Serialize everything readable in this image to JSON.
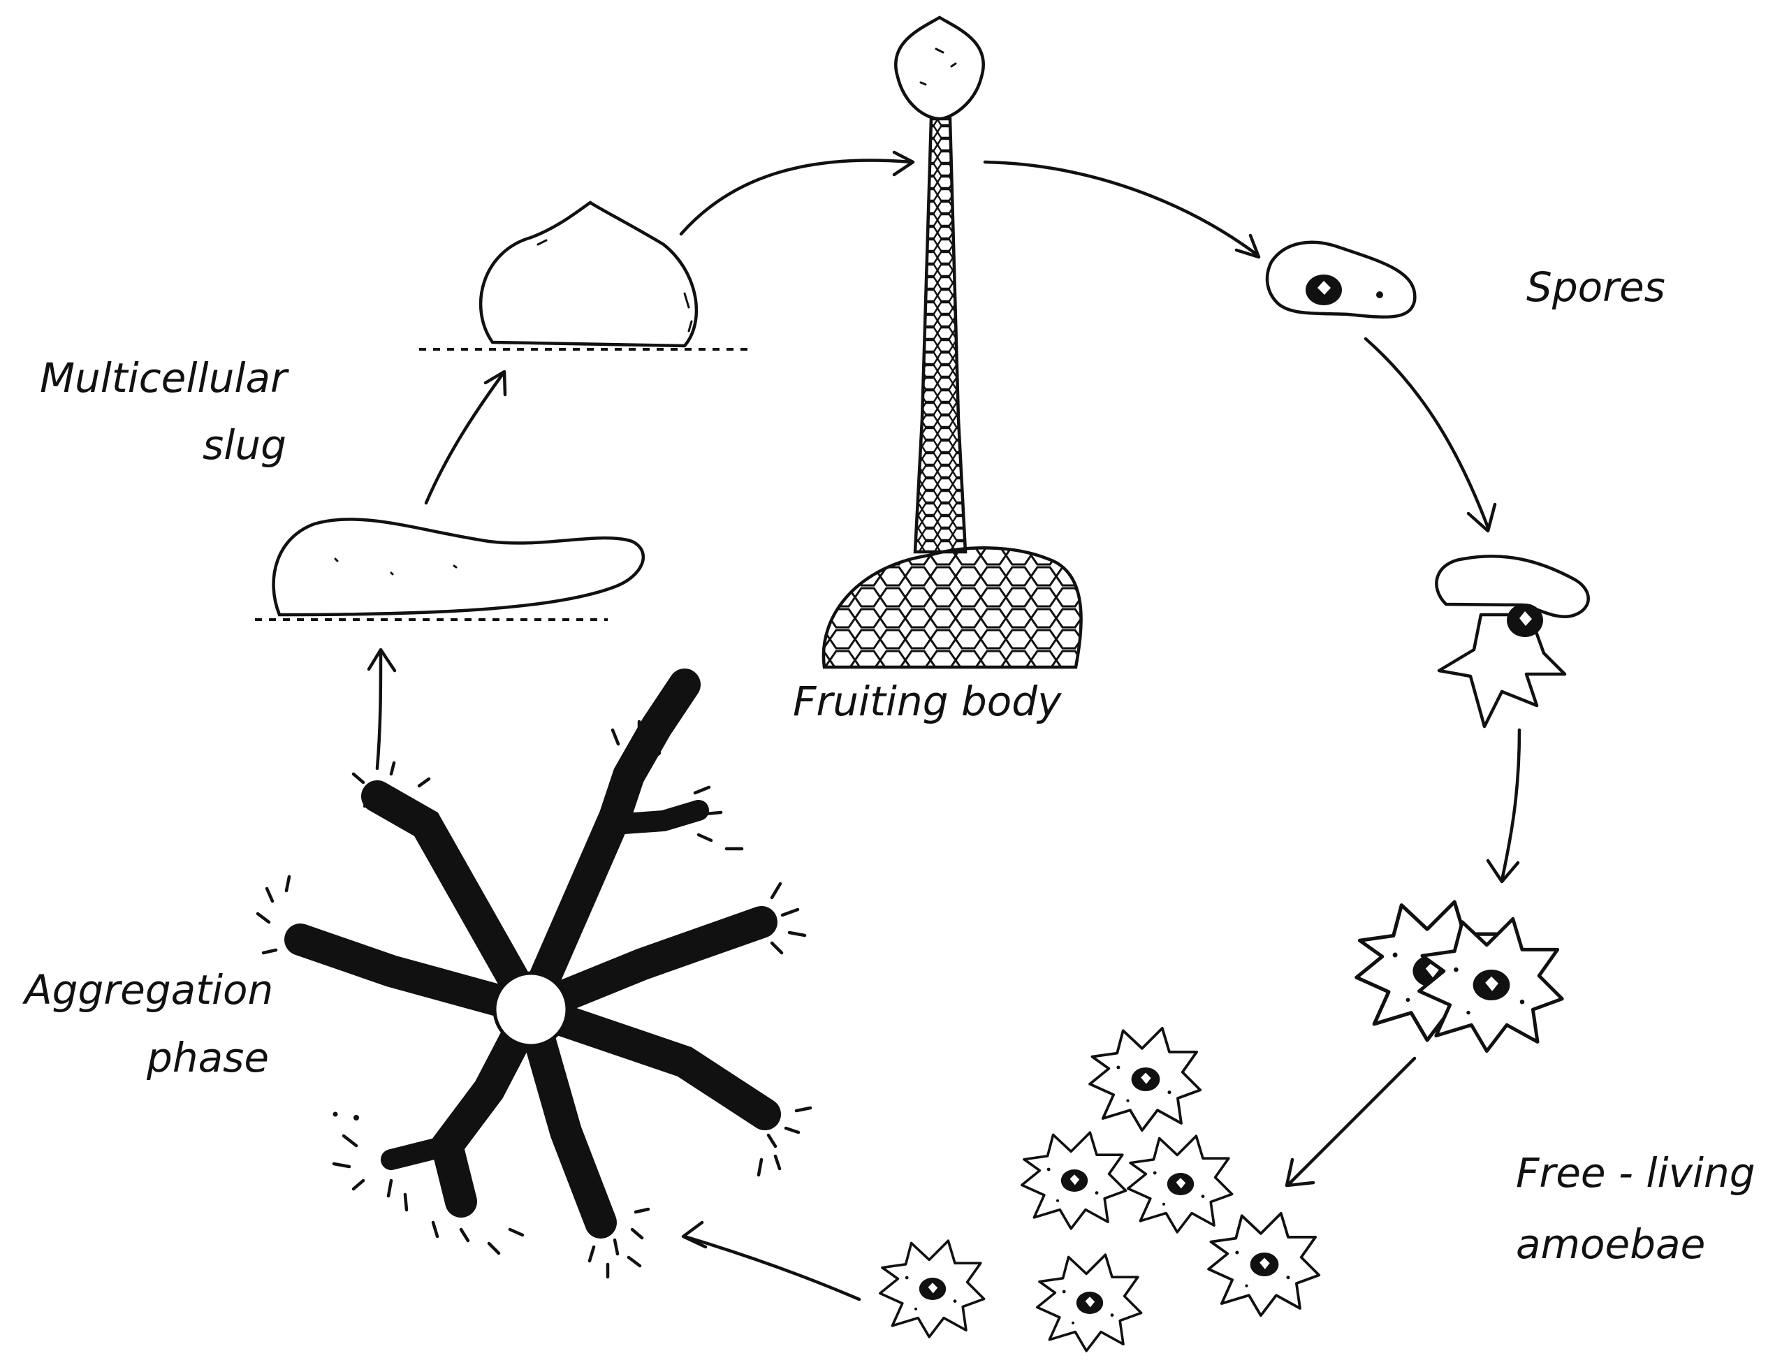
{
  "labels": {
    "multicellular_slug": [
      "Multicellular",
      "slug"
    ],
    "fruiting_body": "Fruiting body",
    "spores": "Spores",
    "free_living_amoebae": [
      "Free - living",
      "amoebae"
    ],
    "aggregation_phase": [
      "Aggregation",
      "phase"
    ]
  },
  "colors": {
    "ink": "#111111",
    "background": "#ffffff"
  }
}
